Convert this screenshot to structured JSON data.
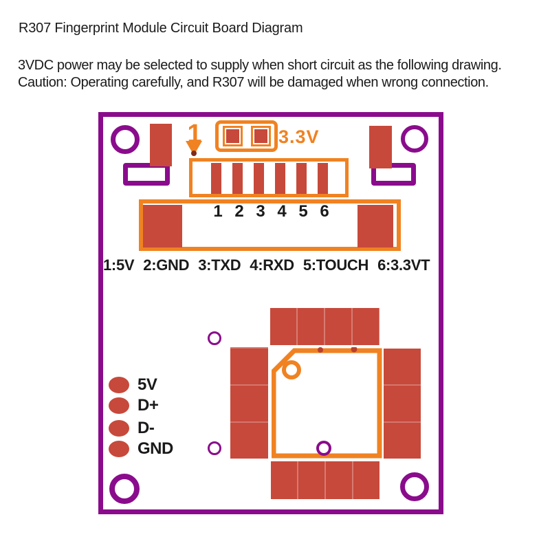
{
  "page": {
    "title": "R307 Fingerprint Module Circuit Board Diagram",
    "description_line1": "3VDC power may be selected to supply when short circuit as the following drawing.",
    "description_line2": "Caution: Operating carefully, and R307 will be damaged when wrong connection."
  },
  "board": {
    "pin1_marker": "1",
    "jumper_label": "3.3V",
    "pin_numbers": [
      "1",
      "2",
      "3",
      "4",
      "5",
      "6"
    ],
    "pin_assignments": [
      "1:5V",
      "2:GND",
      "3:TXD",
      "4:RXD",
      "5:TOUCH",
      "6:3.3VT"
    ],
    "usb_pads": [
      "5V",
      "D+",
      "D-",
      "GND"
    ],
    "colors": {
      "board_outline": "#8A0C8C",
      "pad_red": "#C7493B",
      "highlight_orange": "#F08221",
      "arrow_tip": "#7E2B1B"
    }
  }
}
